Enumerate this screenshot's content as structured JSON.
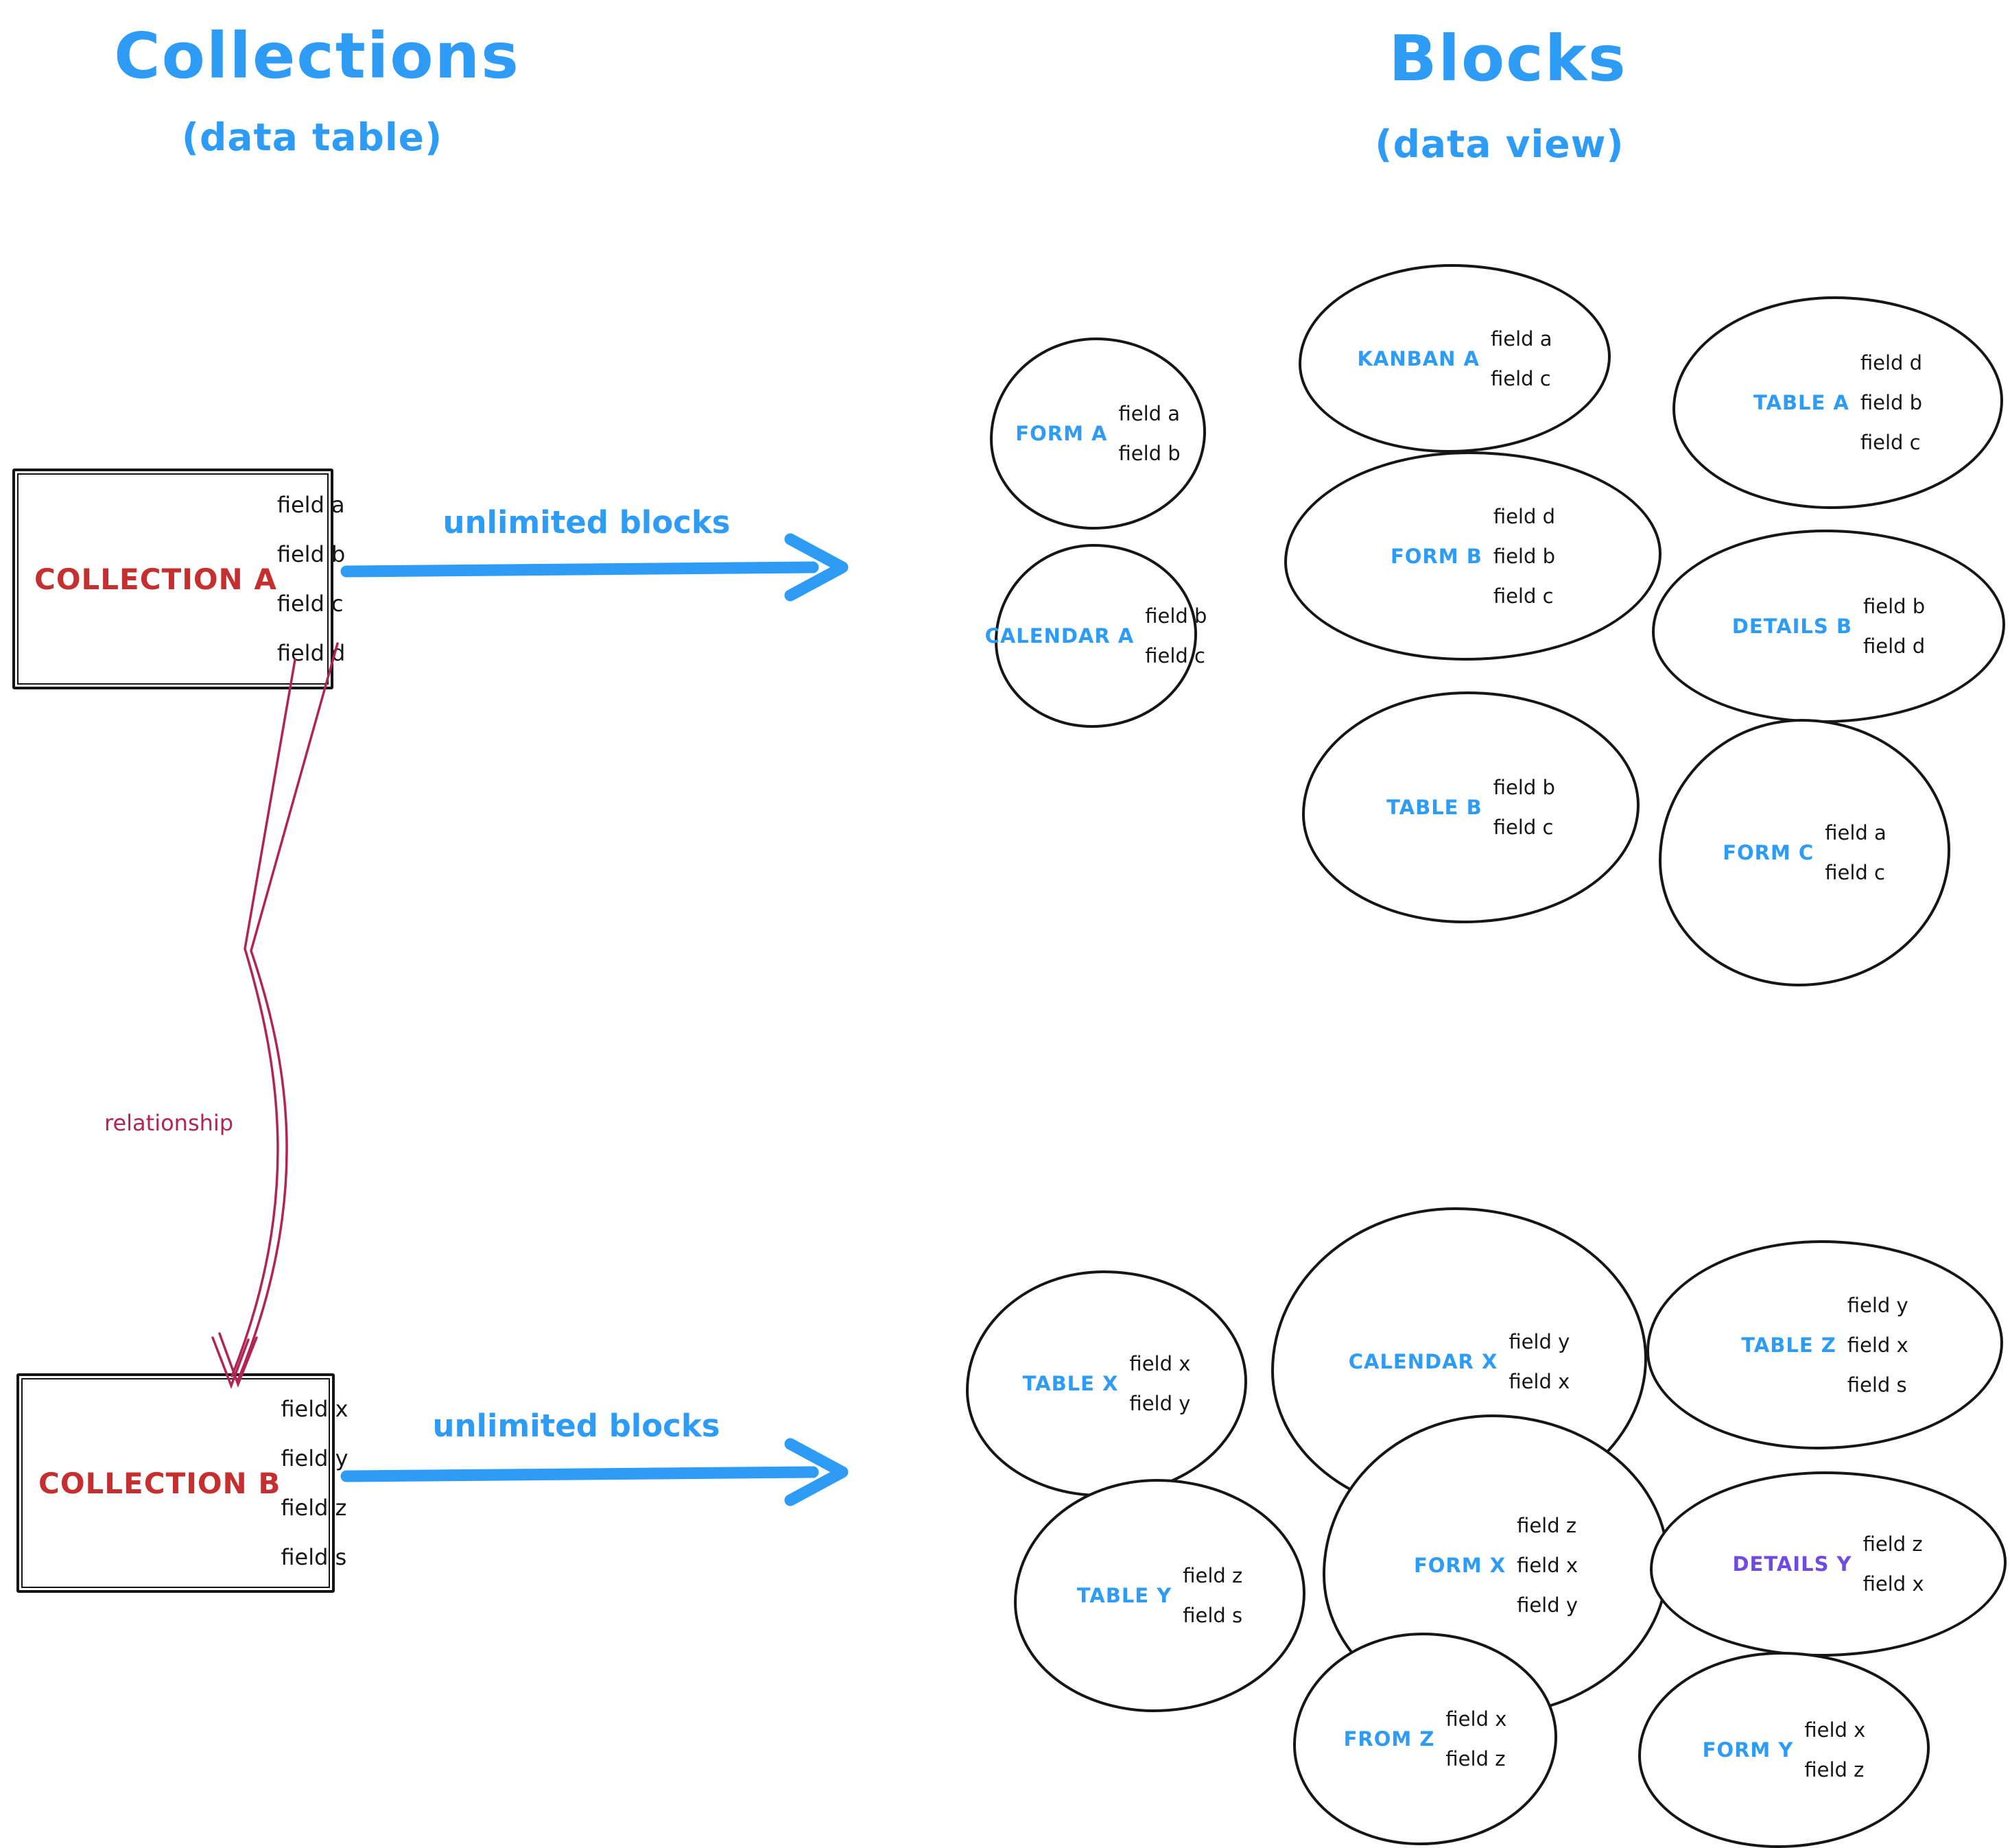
{
  "titles": {
    "left": {
      "title": "Collections",
      "subtitle": "(data table)"
    },
    "right": {
      "title": "Blocks",
      "subtitle": "(data view)"
    }
  },
  "collections": [
    {
      "id": "A",
      "name": "COLLECTION A",
      "fields": [
        "field a",
        "field b",
        "field c",
        "field d"
      ],
      "arrow_label": "unlimited blocks"
    },
    {
      "id": "B",
      "name": "COLLECTION B",
      "fields": [
        "field x",
        "field y",
        "field z",
        "field s"
      ],
      "arrow_label": "unlimited blocks"
    }
  ],
  "relationship_label": "relationship",
  "blocks": {
    "cluster_a": [
      {
        "name": "FORM A",
        "fields": [
          "field a",
          "field b"
        ]
      },
      {
        "name": "KANBAN A",
        "fields": [
          "field a",
          "field c"
        ]
      },
      {
        "name": "TABLE A",
        "fields": [
          "field d",
          "field b",
          "field c"
        ]
      },
      {
        "name": "CALENDAR A",
        "fields": [
          "field b",
          "field c"
        ]
      },
      {
        "name": "FORM B",
        "fields": [
          "field d",
          "field b",
          "field c"
        ]
      },
      {
        "name": "DETAILS B",
        "fields": [
          "field b",
          "field d"
        ]
      },
      {
        "name": "TABLE B",
        "fields": [
          "field b",
          "field c"
        ]
      },
      {
        "name": "FORM C",
        "fields": [
          "field a",
          "field c"
        ]
      }
    ],
    "cluster_b": [
      {
        "name": "TABLE X",
        "fields": [
          "field x",
          "field y"
        ]
      },
      {
        "name": "CALENDAR X",
        "fields": [
          "field y",
          "field x"
        ]
      },
      {
        "name": "TABLE Z",
        "fields": [
          "field y",
          "field x",
          "field s"
        ]
      },
      {
        "name": "TABLE Y",
        "fields": [
          "field z",
          "field s"
        ]
      },
      {
        "name": "FORM X",
        "fields": [
          "field z",
          "field x",
          "field y"
        ]
      },
      {
        "name": "DETAILS Y",
        "fields": [
          "field z",
          "field x"
        ],
        "label_color": "#6f4be0"
      },
      {
        "name": "FROM Z",
        "fields": [
          "field x",
          "field z"
        ]
      },
      {
        "name": "FORM Y",
        "fields": [
          "field x",
          "field z"
        ]
      }
    ]
  },
  "colors": {
    "blue": "#2e9bf5",
    "red": "#c52f2f",
    "crimson": "#b02556",
    "purple": "#6f4be0",
    "ink": "#161616"
  }
}
